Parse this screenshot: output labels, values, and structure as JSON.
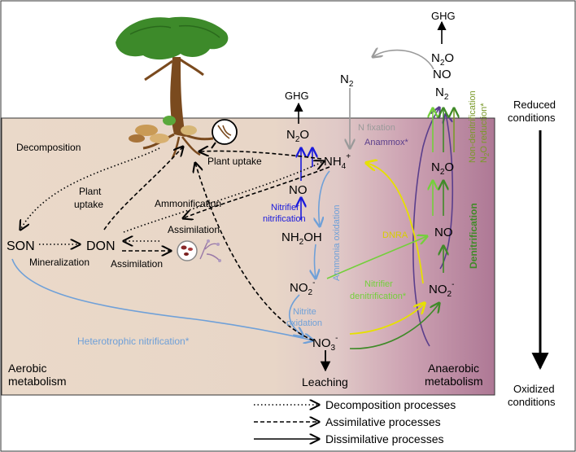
{
  "labels": {
    "ghg_top": "GHG",
    "n2o_top": "N",
    "n2o_top_sub": "2",
    "n2o_top_o": "O",
    "no_top": "NO",
    "n2_top": "N",
    "n2_top_sub": "2",
    "n2_air": "N",
    "n2_air_sub": "2",
    "reduced_1": "Reduced",
    "reduced_2": "conditions",
    "oxidized_1": "Oxidized",
    "oxidized_2": "conditions",
    "ghg_left": "GHG",
    "n2o_left": "N",
    "n2o_left_sub": "2",
    "n2o_left_o": "O",
    "n_fixation": "N fixation",
    "anammox": "Anammox*",
    "non_denit_1": "Non-denitrification",
    "non_denit_2a": "N",
    "non_denit_2sub": "2",
    "non_denit_2b": "O reduction*",
    "nh4": "NH",
    "nh4_sub": "4",
    "nh4_sup": "+",
    "n2o_right": "N",
    "n2o_right_sub": "2",
    "n2o_right_o": "O",
    "no_left": "NO",
    "nitrifier_nit_1": "Nitrifier",
    "nitrifier_nit_2": "nitrification",
    "nh2oh": "NH",
    "nh2oh_sub": "2",
    "nh2oh_b": "OH",
    "ammonia_ox": "Ammonia oxidation",
    "dnra": "DNRA",
    "no_right": "NO",
    "denitrification": "Denitrification",
    "no2_mid": "NO",
    "no2_mid_sub": "2",
    "no2_mid_sup": "-",
    "nitrifier_denit_1": "Nitrifier",
    "nitrifier_denit_2": "denitrification*",
    "no2_right": "NO",
    "no2_right_sub": "2",
    "no2_right_sup": "-",
    "nitrite_ox_1": "Nitrite",
    "nitrite_ox_2": "oxidation",
    "no3": "NO",
    "no3_sub": "3",
    "no3_sup": "-",
    "leaching": "Leaching",
    "decomposition": "Decomposition",
    "plant_uptake_left_1": "Plant",
    "plant_uptake_left_2": "uptake",
    "plant_uptake_right": "Plant uptake",
    "ammonification": "Ammonification",
    "assimilation_upper": "Assimilation",
    "son": "SON",
    "don": "DON",
    "mineralization": "Mineralization",
    "assimilation_lower": "Assimilation",
    "heterotrophic": "Heterotrophic nitrification*",
    "aerobic_1": "Aerobic",
    "aerobic_2": "metabolism",
    "anaerobic_1": "Anaerobic",
    "anaerobic_2": "metabolism",
    "legend_decomposition": "Decomposition processes",
    "legend_assimilative": "Assimilative processes",
    "legend_dissimilative": "Dissimilative processes"
  },
  "colors": {
    "soil": "#e9d8c8",
    "anaerobic": "#b07a98",
    "light_blue": "#6fa0d8",
    "dark_blue": "#1a1adc",
    "yellow": "#f2ee1e",
    "light_green": "#74cf3c",
    "dark_green": "#3f8a28",
    "purple": "#5a3e8c",
    "gray": "#9a9a9a",
    "olive": "#7a9a2a",
    "tree_trunk": "#7a4a1e",
    "tree_leaves": "#3d8a2a"
  },
  "icons": [
    "tree-icon",
    "leaf-litter-icon",
    "root-magnifier-icon",
    "microbe-magnifier-icon",
    "fungi-icon"
  ]
}
